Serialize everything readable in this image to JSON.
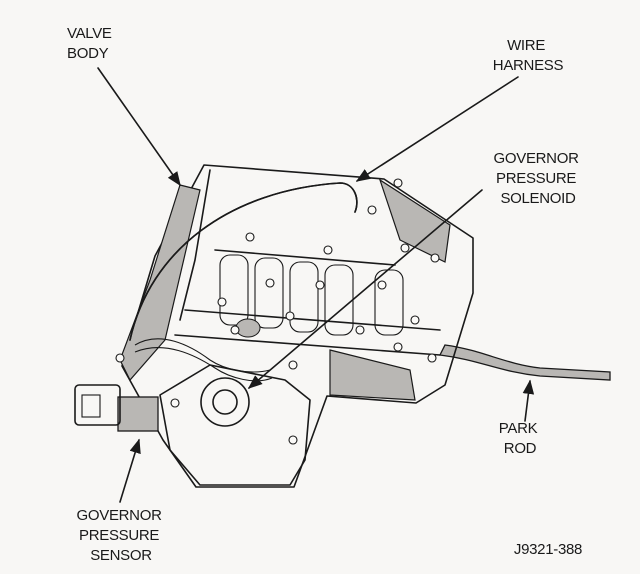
{
  "labels": {
    "valve_body": [
      "VALVE",
      "BODY"
    ],
    "wire_harness": [
      "WIRE",
      "HARNESS"
    ],
    "governor_pressure_solenoid": [
      "GOVERNOR",
      "PRESSURE",
      "SOLENOID"
    ],
    "park_rod": [
      "PARK",
      "ROD"
    ],
    "governor_pressure_sensor": [
      "GOVERNOR",
      "PRESSURE",
      "SENSOR"
    ]
  },
  "figure_id": "J9321-388",
  "colors": {
    "ink": "#1a1a1a",
    "paper": "#f8f7f5",
    "shade": "#b9b7b4"
  }
}
